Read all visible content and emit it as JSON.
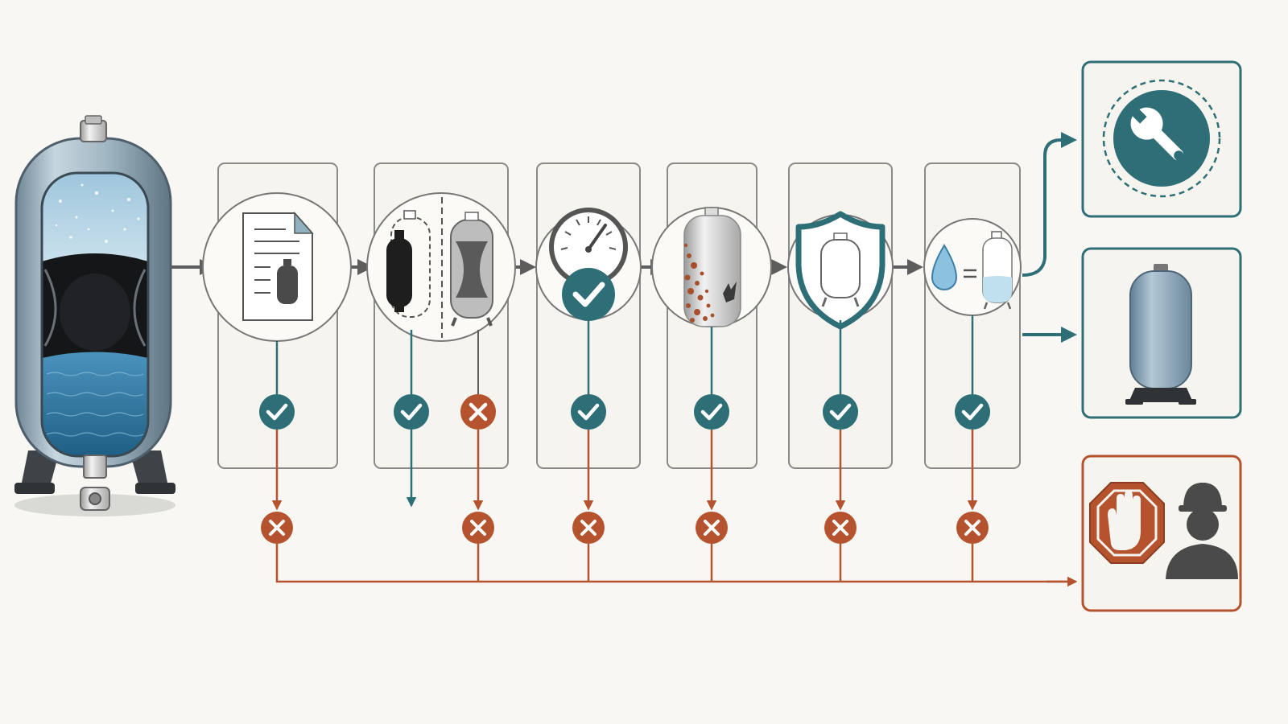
{
  "diagram": {
    "colors": {
      "background": "#f8f7f3",
      "teal": "#2e6f77",
      "teal_light": "#4a8f97",
      "rust": "#b5532f",
      "gray_arrow": "#5d5d5d",
      "panel_stroke": "#8a8a8a",
      "panel_fill": "#f5f4ef"
    },
    "source": {
      "icon": "cutaway-pressure-tank-icon"
    },
    "steps": [
      {
        "id": "documentation",
        "icon": "document-tank-icon",
        "pass_icon": "check-icon",
        "fail_icon": "x-icon"
      },
      {
        "id": "bladder-comparison",
        "icon": "bladder-compare-icon",
        "pass_icon": "check-icon",
        "fail_icon": "x-icon"
      },
      {
        "id": "pressure-gauge",
        "icon": "pressure-gauge-icon",
        "pass_icon": "check-icon",
        "fail_icon": "x-icon"
      },
      {
        "id": "corrosion-check",
        "icon": "corroded-tank-icon",
        "pass_icon": "check-icon",
        "fail_icon": "x-icon"
      },
      {
        "id": "protection-check",
        "icon": "shield-tank-icon",
        "pass_icon": "check-icon",
        "fail_icon": "x-icon"
      },
      {
        "id": "water-level",
        "icon": "water-drop-equals-tank-icon",
        "pass_icon": "check-icon",
        "fail_icon": "x-icon"
      }
    ],
    "outcomes": [
      {
        "id": "service",
        "icon": "wrench-icon",
        "color": "#2e6f77"
      },
      {
        "id": "replace-tank",
        "icon": "new-tank-icon",
        "color": "#2e6f77"
      },
      {
        "id": "stop-call-professional",
        "icon": "stop-hand-worker-icon",
        "color": "#b5532f"
      }
    ]
  }
}
